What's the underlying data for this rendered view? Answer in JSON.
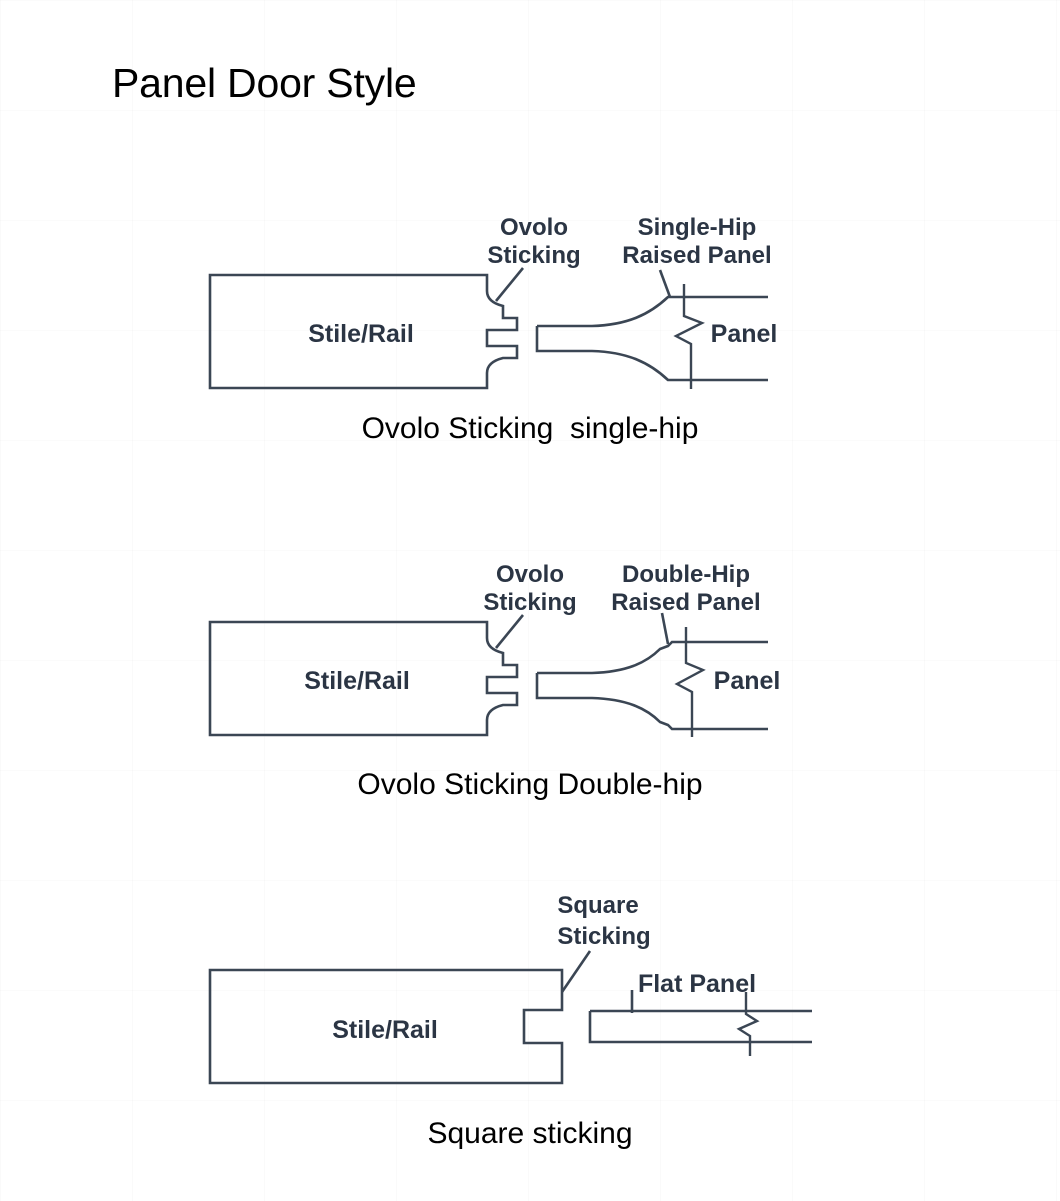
{
  "page": {
    "title": "Panel Door Style",
    "background_color": "#ffffff",
    "line_color": "#3b4654",
    "label_color": "#2b3544",
    "caption_color": "#000000"
  },
  "figures": [
    {
      "id": "ovolo-single-hip",
      "labels": {
        "sticking_line1": "Ovolo",
        "sticking_line2": "Sticking",
        "panel_type_line1": "Single-Hip",
        "panel_type_line2": "Raised Panel",
        "stile_rail": "Stile/Rail",
        "panel": "Panel"
      },
      "caption": "Ovolo Sticking  single-hip"
    },
    {
      "id": "ovolo-double-hip",
      "labels": {
        "sticking_line1": "Ovolo",
        "sticking_line2": "Sticking",
        "panel_type_line1": "Double-Hip",
        "panel_type_line2": "Raised Panel",
        "stile_rail": "Stile/Rail",
        "panel": "Panel"
      },
      "caption": "Ovolo Sticking Double-hip"
    },
    {
      "id": "square-sticking",
      "labels": {
        "sticking_line1": "Square",
        "sticking_line2": "Sticking",
        "panel_type_line1": "Flat Panel",
        "stile_rail": "Stile/Rail"
      },
      "caption": "Square sticking"
    }
  ]
}
